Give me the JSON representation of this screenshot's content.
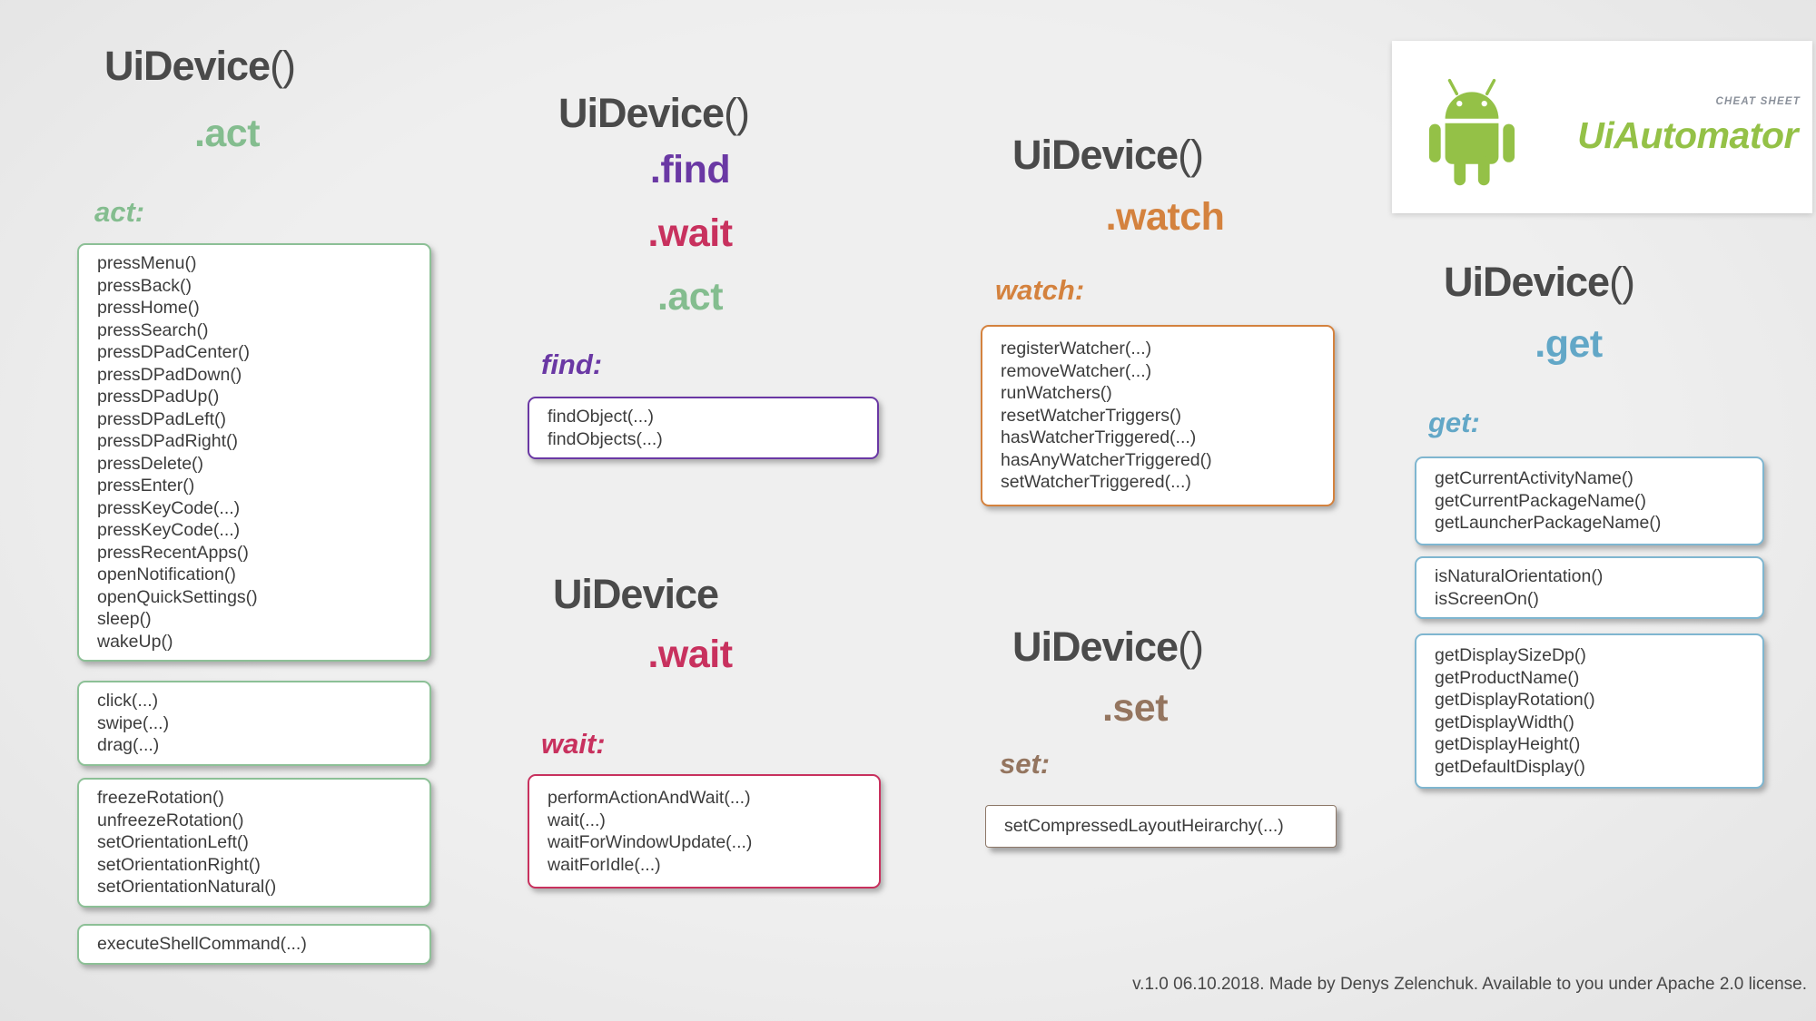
{
  "palette": {
    "background": "#ededed",
    "card_background": "#ffffff",
    "header_dark_gray": "#4a4a4a",
    "method_text": "#3c3c3c",
    "act_green": "#84bd8f",
    "find_purple": "#6a38a4",
    "wait_pink": "#c8315e",
    "watch_orange": "#d4823e",
    "set_brown": "#94755f",
    "get_blue": "#62a7c7",
    "android_green": "#94c147",
    "cheat_sheet_gray": "#8b919b"
  },
  "logo": {
    "android_icon": "android-robot-icon",
    "cheat_sheet_label": "CHEAT SHEET",
    "title": "UiAutomator"
  },
  "sections": {
    "act": {
      "header": {
        "name": "UiDevice",
        "parens": "()"
      },
      "accents": [
        {
          "label": ".act",
          "color": "#84bd8f"
        }
      ],
      "group_label": "act:",
      "boxes": [
        {
          "items": [
            "pressMenu()",
            "pressBack()",
            "pressHome()",
            "pressSearch()",
            "pressDPadCenter()",
            "pressDPadDown()",
            "pressDPadUp()",
            "pressDPadLeft()",
            "pressDPadRight()",
            "pressDelete()",
            "pressEnter()",
            "pressKeyCode(...)",
            "pressKeyCode(...)",
            "pressRecentApps()",
            "openNotification()",
            "openQuickSettings()",
            "sleep()",
            "wakeUp()"
          ]
        },
        {
          "items": [
            "click(...)",
            "swipe(...)",
            "drag(...)"
          ]
        },
        {
          "items": [
            "freezeRotation()",
            "unfreezeRotation()",
            "setOrientationLeft()",
            "setOrientationRight()",
            "setOrientationNatural()"
          ]
        },
        {
          "items": [
            "executeShellCommand(...)"
          ]
        }
      ]
    },
    "find_wait_act": {
      "header": {
        "name": "UiDevice",
        "parens": "()"
      },
      "accents": [
        {
          "label": ".find",
          "color": "#6a38a4"
        },
        {
          "label": ".wait",
          "color": "#c8315e"
        },
        {
          "label": ".act",
          "color": "#84bd8f"
        }
      ],
      "group_label": "find:",
      "boxes": [
        {
          "items": [
            "findObject(...)",
            "findObjects(...)"
          ]
        }
      ]
    },
    "wait": {
      "header": {
        "name": "UiDevice",
        "parens": ""
      },
      "accents": [
        {
          "label": ".wait",
          "color": "#c8315e"
        }
      ],
      "group_label": "wait:",
      "boxes": [
        {
          "items": [
            "performActionAndWait(...)",
            "wait(...)",
            "waitForWindowUpdate(...)",
            "waitForIdle(...)"
          ]
        }
      ]
    },
    "watch": {
      "header": {
        "name": "UiDevice",
        "parens": "()"
      },
      "accents": [
        {
          "label": ".watch",
          "color": "#d4823e"
        }
      ],
      "group_label": "watch:",
      "boxes": [
        {
          "items": [
            "registerWatcher(...)",
            "removeWatcher(...)",
            "runWatchers()",
            "resetWatcherTriggers()",
            "hasWatcherTriggered(...)",
            "hasAnyWatcherTriggered()",
            "setWatcherTriggered(...)"
          ]
        }
      ]
    },
    "set": {
      "header": {
        "name": "UiDevice",
        "parens": "()"
      },
      "accents": [
        {
          "label": ".set",
          "color": "#94755f"
        }
      ],
      "group_label": "set:",
      "boxes": [
        {
          "items": [
            "setCompressedLayoutHeirarchy(...)"
          ]
        }
      ]
    },
    "get": {
      "header": {
        "name": "UiDevice",
        "parens": "()"
      },
      "accents": [
        {
          "label": ".get",
          "color": "#62a7c7"
        }
      ],
      "group_label": "get:",
      "boxes": [
        {
          "items": [
            "getCurrentActivityName()",
            "getCurrentPackageName()",
            "getLauncherPackageName()"
          ]
        },
        {
          "items": [
            "isNaturalOrientation()",
            "isScreenOn()"
          ]
        },
        {
          "items": [
            "getDisplaySizeDp()",
            "getProductName()",
            "getDisplayRotation()",
            "getDisplayWidth()",
            "getDisplayHeight()",
            "getDefaultDisplay()"
          ]
        }
      ]
    }
  },
  "footer": {
    "text": "v.1.0 06.10.2018. Made by Denys Zelenchuk. Available to you under Apache 2.0 license."
  }
}
